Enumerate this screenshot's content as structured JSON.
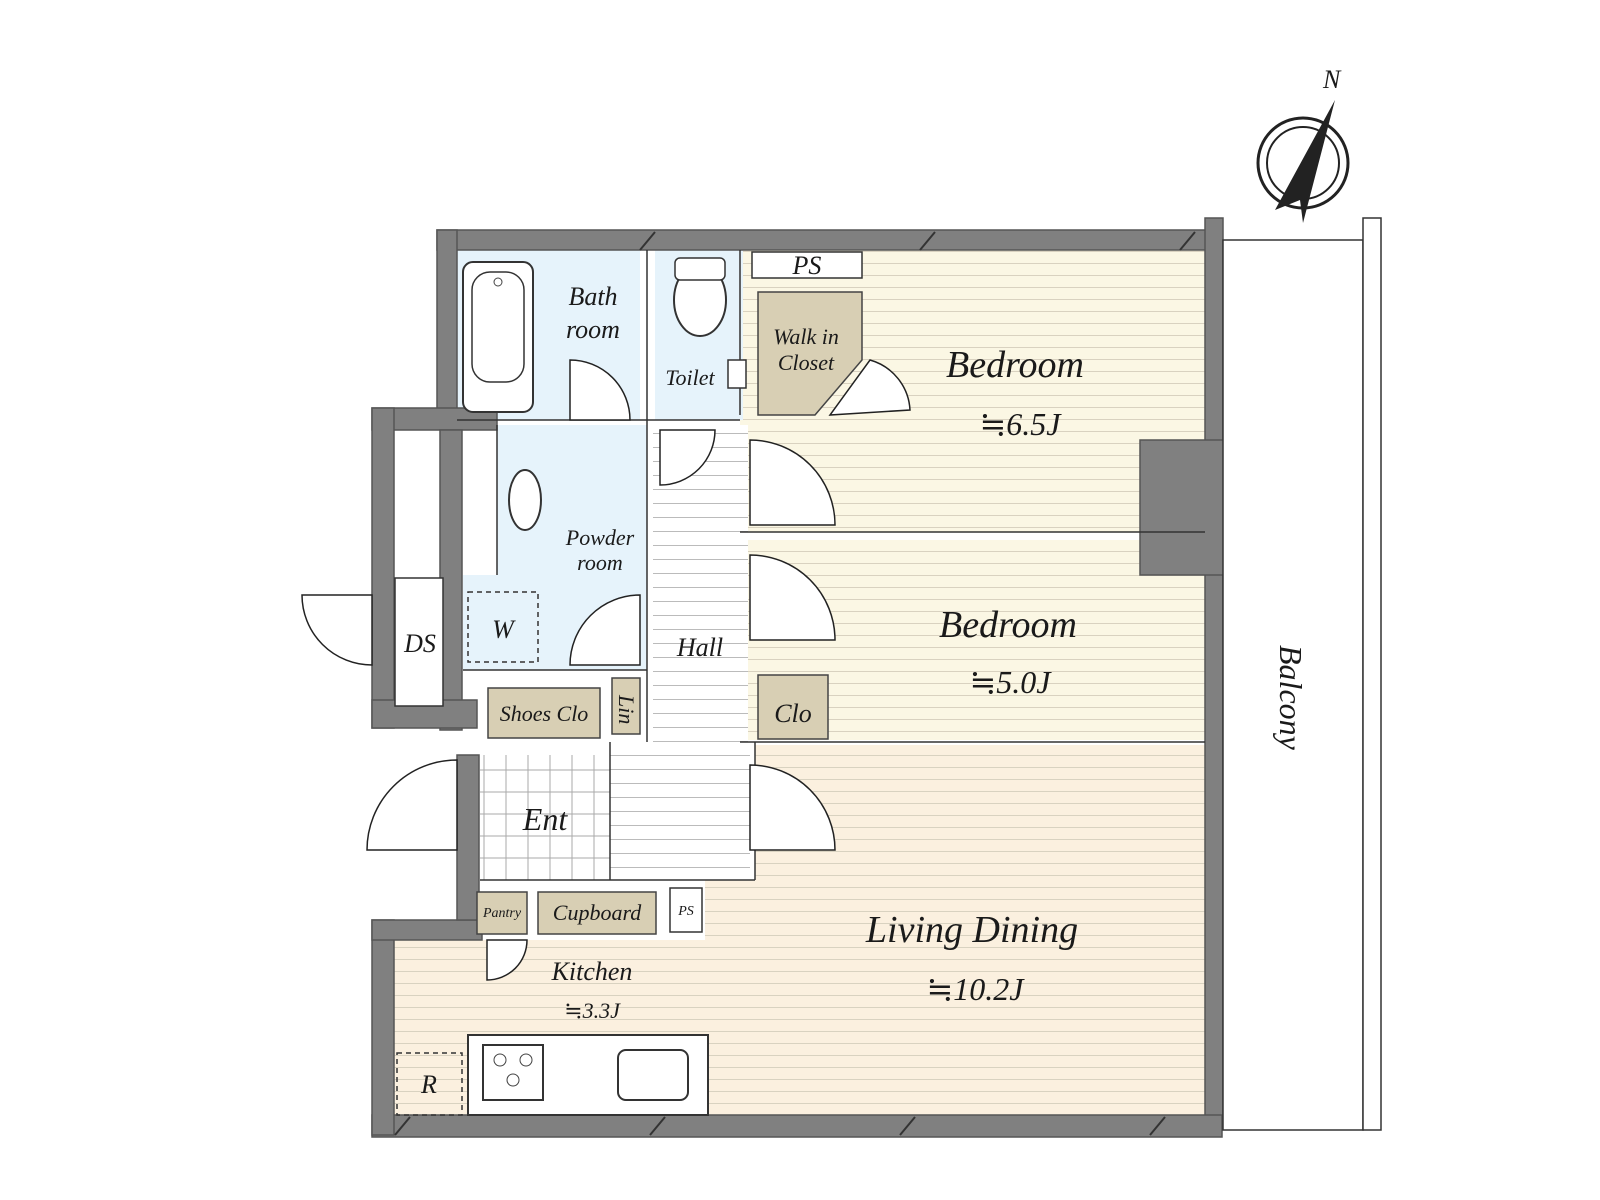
{
  "compass": {
    "north": "N"
  },
  "rooms": {
    "bedroom1": {
      "name": "Bedroom",
      "size": "≒6.5J"
    },
    "bedroom2": {
      "name": "Bedroom",
      "size": "≒5.0J"
    },
    "living": {
      "name": "Living Dining",
      "size": "≒10.2J"
    },
    "kitchen": {
      "name": "Kitchen",
      "size": "≒3.3J"
    },
    "bath": {
      "line1": "Bath",
      "line2": "room"
    },
    "powder": {
      "line1": "Powder",
      "line2": "room"
    },
    "toilet": "Toilet",
    "walkin": {
      "line1": "Walk in",
      "line2": "Closet"
    },
    "hall": "Hall",
    "ent": "Ent",
    "balcony": "Balcony"
  },
  "labels": {
    "ps_top": "PS",
    "ps_kitchen": "PS",
    "ds": "DS",
    "w": "W",
    "shoes_clo": "Shoes Clo",
    "lin": "Lin",
    "clo": "Clo",
    "pantry": "Pantry",
    "cupboard": "Cupboard",
    "r": "R"
  },
  "colors": {
    "wall": "#808080",
    "wet_area": "#e6f3fb",
    "storage": "#d8cfb4",
    "bedroom_floor": "#fbf7e4",
    "living_floor": "#fbf0df"
  }
}
